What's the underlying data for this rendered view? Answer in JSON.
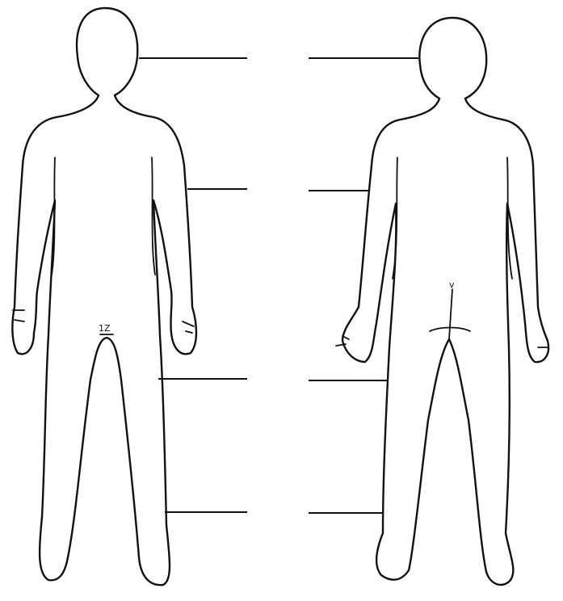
{
  "figures": [
    {
      "view": "front",
      "groin_mark": "1Z"
    },
    {
      "view": "back",
      "mark": "v"
    }
  ],
  "colors": {
    "line": "#111111",
    "background": "#ffffff"
  }
}
